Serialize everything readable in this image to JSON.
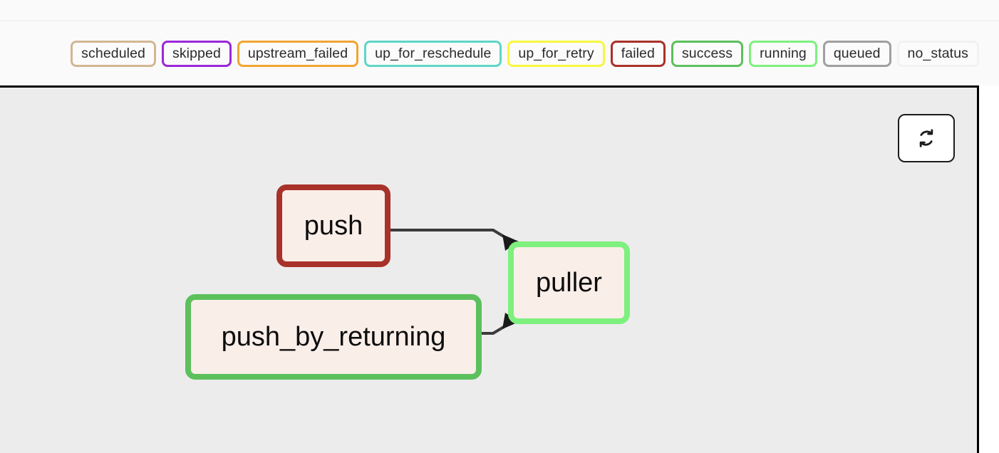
{
  "legend": {
    "name": "task-status-legend",
    "items": [
      {
        "label": "scheduled",
        "color": "#d3b693"
      },
      {
        "label": "skipped",
        "color": "#9b28d9"
      },
      {
        "label": "upstream_failed",
        "color": "#f0a532"
      },
      {
        "label": "up_for_reschedule",
        "color": "#5fd6c6"
      },
      {
        "label": "up_for_retry",
        "color": "#f7f73f"
      },
      {
        "label": "failed",
        "color": "#a8322a"
      },
      {
        "label": "success",
        "color": "#5cc05c"
      },
      {
        "label": "running",
        "color": "#7ef07e"
      },
      {
        "label": "queued",
        "color": "#a0a0a0"
      },
      {
        "label": "no_status",
        "color": "#f2f2f2"
      }
    ]
  },
  "toolbar": {
    "refresh_icon": "refresh-icon",
    "refresh_title": "Refresh"
  },
  "graph": {
    "background": "#ececec",
    "node_fill": "#faeee9",
    "edge_color": "#3b3b3b",
    "nodes": [
      {
        "id": "push",
        "label": "push",
        "status": "failed",
        "border_color": "#a8322a"
      },
      {
        "id": "push_by_returning",
        "label": "push_by_returning",
        "status": "success",
        "border_color": "#5cc05c"
      },
      {
        "id": "puller",
        "label": "puller",
        "status": "running",
        "border_color": "#7ef07e"
      }
    ],
    "edges": [
      {
        "from": "push",
        "to": "puller"
      },
      {
        "from": "push_by_returning",
        "to": "puller"
      }
    ]
  }
}
